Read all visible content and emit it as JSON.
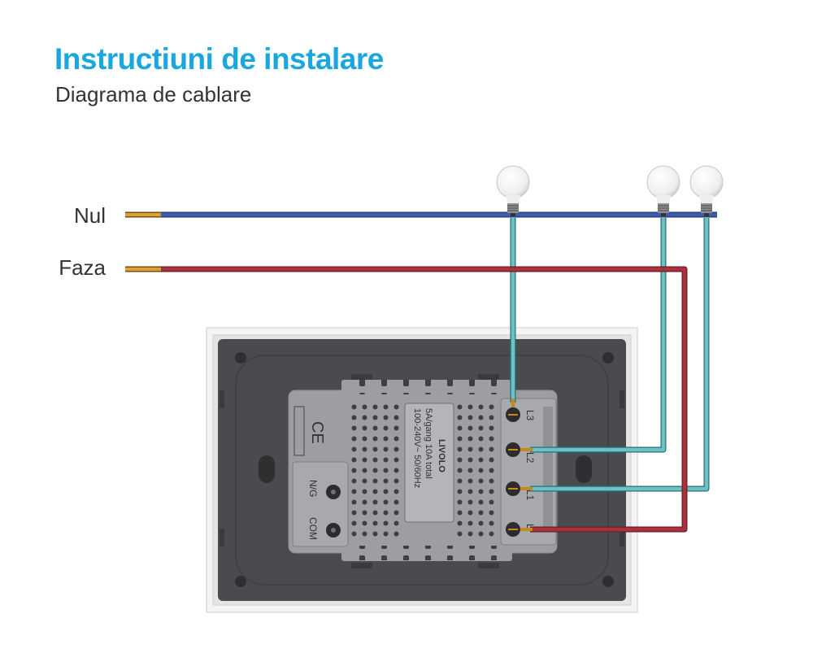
{
  "header": {
    "title": "Instructiuni de instalare",
    "subtitle": "Diagrama de cablare"
  },
  "wires": {
    "neutral_label": "Nul",
    "phase_label": "Faza"
  },
  "module": {
    "ce_mark": "CE",
    "rating_line1": "100-240V~ 50/60Hz",
    "rating_line2": "5A/gang 10A total",
    "brand": "LIVOLO",
    "side_line1": "N/G",
    "side_line2": "COM",
    "terminals": [
      "L3",
      "L2",
      "L1",
      "L"
    ]
  },
  "colors": {
    "neutral": "#3c5bab",
    "phase": "#a8323f",
    "load": "#6bc2c4",
    "copper": "#c48a1a",
    "accent": "#1aa7e0",
    "plate": "#4a4b4e",
    "module": "#9c9ea2"
  }
}
